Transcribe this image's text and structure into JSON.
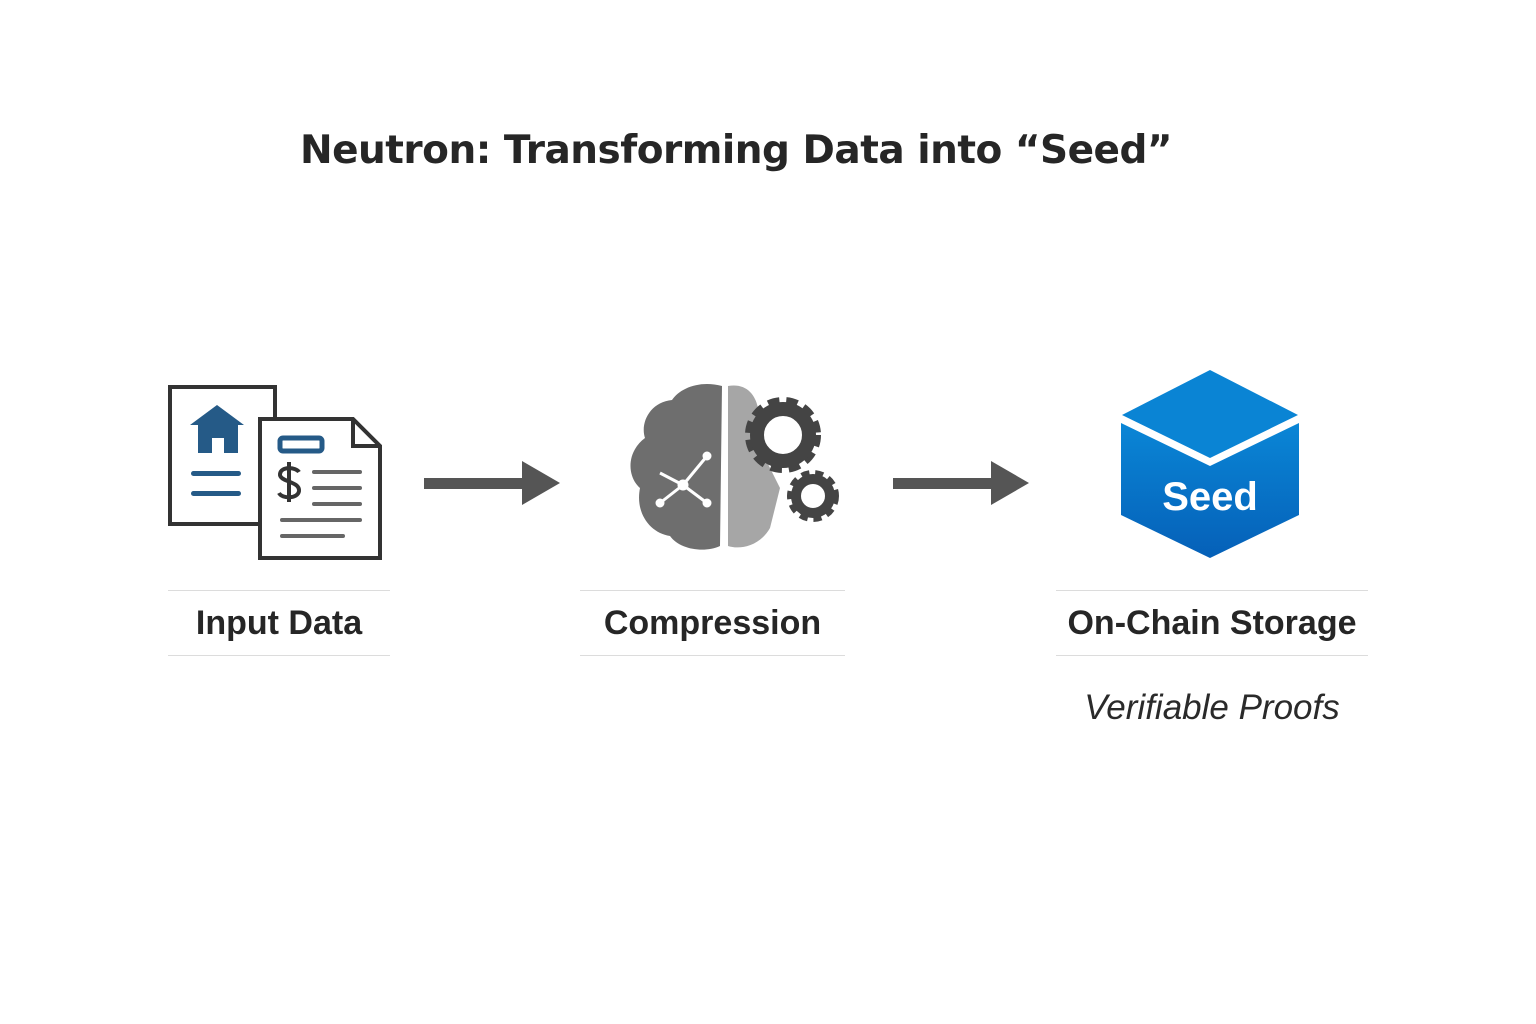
{
  "title": "Neutron: Transforming Data into “Seed”",
  "steps": [
    {
      "label": "Input Data",
      "icon": "documents-icon"
    },
    {
      "label": "Compression",
      "icon": "brain-gears-icon"
    },
    {
      "label": "On-Chain Storage",
      "icon": "seed-cube-icon",
      "sublabel": "Verifiable Proofs",
      "cube_text": "Seed"
    }
  ],
  "colors": {
    "doc_accent": "#255a87",
    "arrow": "#555555",
    "cube": "#0a6fc8"
  }
}
